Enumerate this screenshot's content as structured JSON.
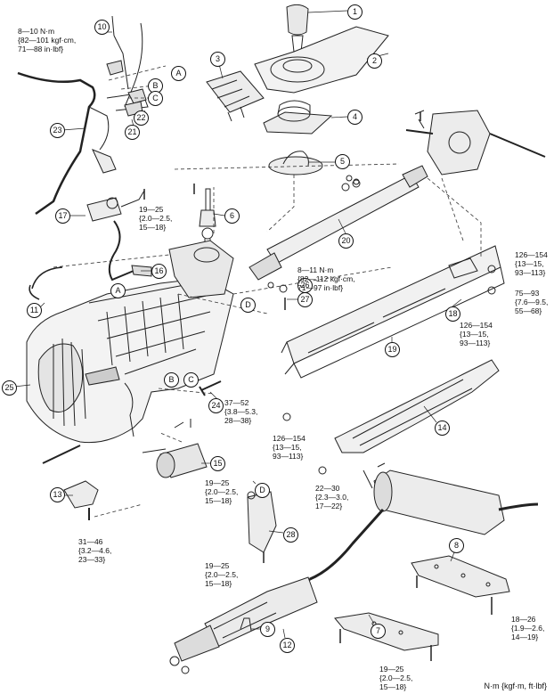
{
  "callouts": [
    "1",
    "2",
    "3",
    "4",
    "5",
    "6",
    "7",
    "8",
    "9",
    "10",
    "11",
    "12",
    "13",
    "14",
    "15",
    "16",
    "17",
    "18",
    "19",
    "20",
    "21",
    "22",
    "23",
    "24",
    "25",
    "26",
    "27",
    "28"
  ],
  "letters": {
    "A": "A",
    "B": "B",
    "C": "C",
    "D": "D"
  },
  "torques": {
    "t10": "8—10 N·m\n{82—101 kgf·cm,\n71—88 in·lbf}",
    "t17": "19—25\n{2.0—2.5,\n15—18}",
    "t_shaft": "8—11 N·m\n{82—112 kgf·cm,\n71—97 in·lbf}",
    "t_right1": "126—154\n{13—15,\n93—113}",
    "t_right2": "75—93\n{7.6—9.5,\n55—68}",
    "t_right3": "126—154\n{13—15,\n93—113}",
    "t24": "37—52\n{3.8—5.3,\n28—38}",
    "t_mid": "126—154\n{13—15,\n93—113}",
    "t14": "22—30\n{2.3—3.0,\n17—22}",
    "t15": "19—25\n{2.0—2.5,\n15—18}",
    "t13": "31—46\n{3.2—4.6,\n23—33}",
    "t28": "19—25\n{2.0—2.5,\n15—18}",
    "t8": "18—26\n{1.9—2.6,\n14—19}",
    "t7": "19—25\n{2.0—2.5,\n15—18}"
  },
  "units": "N·m {kgf·m, ft·lbf}"
}
